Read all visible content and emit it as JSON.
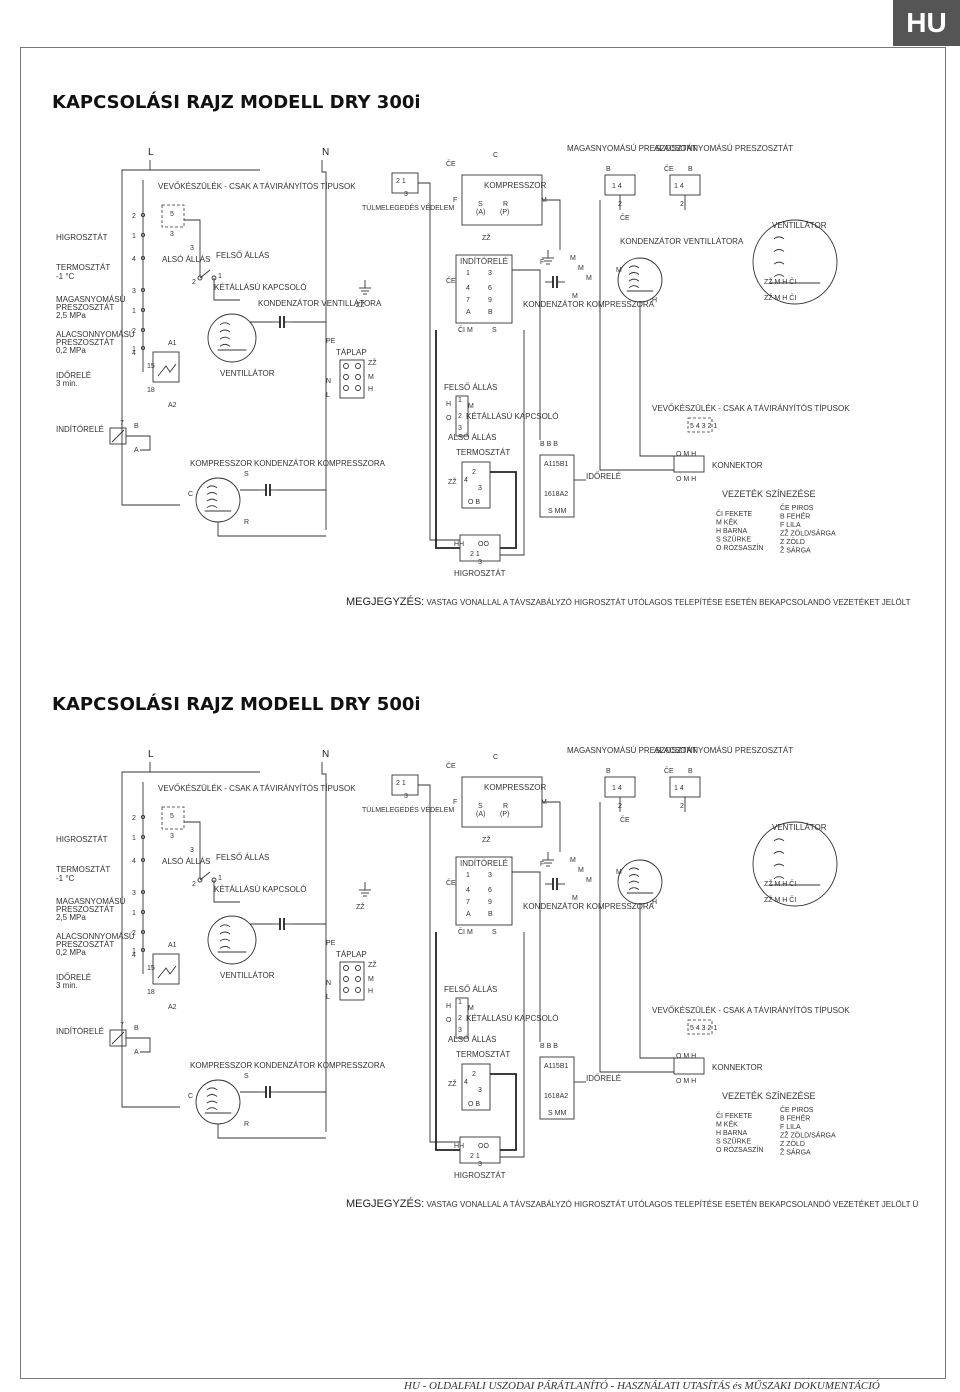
{
  "badge": "HU",
  "sections": [
    {
      "title": "KAPCSOLÁSI RAJZ MODELL DRY 300i",
      "left_labels": [
        "HIGROSZTÁT",
        "TERMOSZTÁT",
        "-1 °C",
        "MAGASNYOMÁSÚ",
        "PRESZOSZTÁT",
        "2,5 MPa",
        "ALACSONNYOMÁSÚ",
        "PRESZOSZTÁT",
        "0,2 MPa",
        "IDŐRELÉ",
        "3 min.",
        "INDÍTÓRELÉ"
      ],
      "labels": {
        "L": "L",
        "N": "N",
        "vevokeszulek": "VEVŐKÉSZÜLÉK - CSAK A TÁVIRÁNYÍTÓS TÍPUSOK",
        "also_allas": "ALSÓ ÁLLÁS",
        "felso_allas": "FELSŐ ÁLLÁS",
        "ketallasu": "KÉTÁLLÁSÚ KAPCSOLÓ",
        "kondenzator_vent": "KONDENZÁTOR VENTILLÁTORA",
        "ventillator": "VENTILLÁTOR",
        "kompresszor": "KOMPRESSZOR",
        "kondenzator_komp": "KONDENZÁTOR KOMPRESSZORA",
        "tulmelegedes": "TÚLMELEGEDÉS VÉDELEM",
        "taplap": "TÁPLAP",
        "inditorele": "INDÍTÓRELÉ",
        "felso_allas2": "FELSŐ ÁLLÁS",
        "ketallasu2": "KÉTÁLLÁSÚ KAPCSOLÓ",
        "also_allas2": "ALSÓ ÁLLÁS",
        "termosztat": "TERMOSZTÁT",
        "higrosztat": "HIGROSZTÁT",
        "idorele": "IDŐRELÉ",
        "magas_presz": "MAGASNYOMÁSÚ PRESZOSZTÁT",
        "alacsony_presz": "ALACSONNYOMÁSÚ PRESZOSZTÁT",
        "kondenzator_vent2": "KONDENZÁTOR VENTILLÁTORA",
        "ventillator2": "VENTILLÁTOR",
        "vevokeszulek2": "VEVŐKÉSZÜLÉK - CSAK A TÁVIRÁNYÍTÓS TÍPUSOK",
        "konnektor": "KONNEKTOR"
      },
      "legend_title": "VEZETÉK SZÍNEZÉSE",
      "legend": [
        [
          "ČI FEKETE",
          "ČE PIROS"
        ],
        [
          "M  KÉK",
          "B  FEHÉR"
        ],
        [
          "H  BARNA",
          "F  LILA"
        ],
        [
          "S  SZÜRKE",
          "ZŽ ZÖLD/SÁRGA"
        ],
        [
          "O  RÓZSASZÍN",
          "Z  ZÖLD"
        ],
        [
          "",
          "Ž  SÁRGA"
        ]
      ],
      "note_label": "MEGJEGYZÉS:",
      "note_text": "VASTAG VONALLAL A TÁVSZABÁLYZÓ HIGROSZTÁT UTÓLAGOS TELEPÍTÉSE ESETÉN BEKAPCSOLANDÓ VEZETÉKET JELÖLT"
    },
    {
      "title": "KAPCSOLÁSI RAJZ MODELL DRY 500i",
      "left_labels": [
        "HIGROSZTÁT",
        "TERMOSZTÁT",
        "-1 °C",
        "MAGASNYOMÁSÚ",
        "PRESZOSZTÁT",
        "2,5 MPa",
        "ALACSONNYOMÁSÚ",
        "PRESZOSZTÁT",
        "0,2 MPa",
        "IDŐRELÉ",
        "3 min.",
        "INDÍTÓRELÉ"
      ],
      "labels": {
        "L": "L",
        "N": "N",
        "vevokeszulek": "VEVŐKÉSZÜLÉK - CSAK A TÁVIRÁNYÍTÓS TÍPUSOK",
        "also_allas": "ALSÓ ÁLLÁS",
        "felso_allas": "FELSŐ ÁLLÁS",
        "ketallasu": "KÉTÁLLÁSÚ KAPCSOLÓ",
        "kondenzator_vent": "",
        "ventillator": "VENTILLÁTOR",
        "kompresszor": "KOMPRESSZOR",
        "kondenzator_komp": "KONDENZÁTOR KOMPRESSZORA",
        "tulmelegedes": "TÚLMELEGEDÉS VÉDELEM",
        "taplap": "TÁPLAP",
        "inditorele": "INDÍTÓRELÉ",
        "felso_allas2": "FELSŐ ÁLLÁS",
        "ketallasu2": "KÉTÁLLÁSÚ KAPCSOLÓ",
        "also_allas2": "ALSÓ ÁLLÁS",
        "termosztat": "TERMOSZTÁT",
        "higrosztat": "HIGROSZTÁT",
        "idorele": "IDŐRELÉ",
        "magas_presz": "MAGASNYOMÁSÚ PRESZOSZTÁT",
        "alacsony_presz": "ALACSONNYOMÁSÚ PRESZOSZTÁT",
        "kondenzator_vent2": "",
        "ventillator2": "VENTILLÁTOR",
        "vevokeszulek2": "VEVŐKÉSZÜLÉK - CSAK A TÁVIRÁNYÍTÓS TÍPUSOK",
        "konnektor": "KONNEKTOR"
      },
      "legend_title": "VEZETÉK SZÍNEZÉSE",
      "legend": [
        [
          "ČI FEKETE",
          "ČE PIROS"
        ],
        [
          "M  KÉK",
          "B  FEHÉR"
        ],
        [
          "H  BARNA",
          "F  LILA"
        ],
        [
          "S  SZÜRKE",
          "ZŽ ZÖLD/SÁRGA"
        ],
        [
          "O  RÓZSASZÍN",
          "Z  ZÖLD"
        ],
        [
          "",
          "Ž  SÁRGA"
        ]
      ],
      "note_label": "MEGJEGYZÉS:",
      "note_text": "VASTAG VONALLAL A TÁVSZABÁLYZÓ HIGROSZTÁT UTÓLAGOS TELEPÍTÉSE ESETÉN BEKAPCSOLANDÓ VEZETÉKET JELÖLT Ü"
    }
  ],
  "footer": "HU - OLDALFALI USZODAI PÁRÁTLANÍTÓ - HASZNÁLATI UTASÍTÁS és MŰSZAKI DOKUMENTÁCIÓ"
}
